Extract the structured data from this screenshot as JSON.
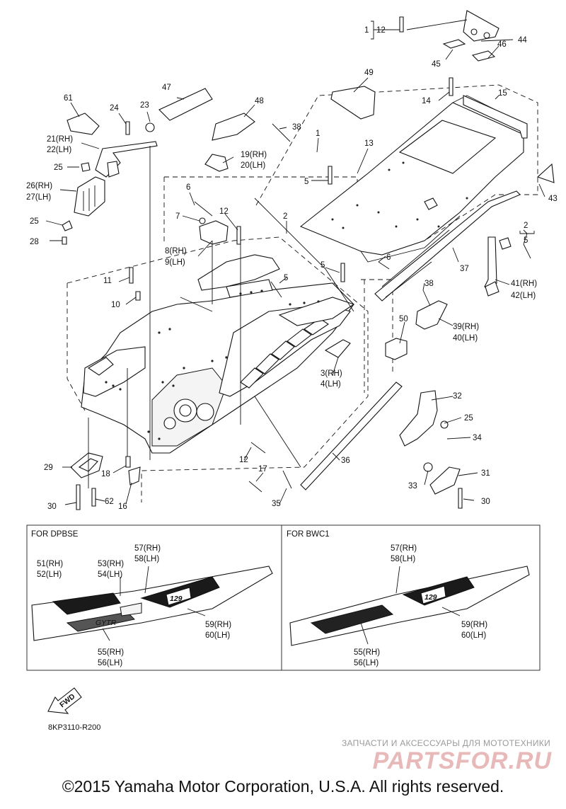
{
  "footer": {
    "copyright": "©2015 Yamaha Motor Corporation, U.S.A. All rights reserved.",
    "drawing_code": "8KP3110-R200",
    "watermark_line1": "ЗАПЧАСТИ И АКСЕССУАРЫ ДЛЯ МОТОТЕХНИКИ",
    "watermark_logo": "PARTSFOR.RU"
  },
  "fwd_label": "FWD",
  "callouts": [
    {
      "id": "c1",
      "text": "1"
    },
    {
      "id": "c12a",
      "text": "12"
    },
    {
      "id": "c44",
      "text": "44"
    },
    {
      "id": "c46",
      "text": "46"
    },
    {
      "id": "c45",
      "text": "45"
    },
    {
      "id": "c49",
      "text": "49"
    },
    {
      "id": "c14",
      "text": "14"
    },
    {
      "id": "c15",
      "text": "15"
    },
    {
      "id": "c47",
      "text": "47"
    },
    {
      "id": "c48",
      "text": "48"
    },
    {
      "id": "c61",
      "text": "61"
    },
    {
      "id": "c24",
      "text": "24"
    },
    {
      "id": "c23",
      "text": "23"
    },
    {
      "id": "c38a",
      "text": "38"
    },
    {
      "id": "c1b",
      "text": "1"
    },
    {
      "id": "c13",
      "text": "13"
    },
    {
      "id": "c21",
      "text": "21(RH)"
    },
    {
      "id": "c22",
      "text": "22(LH)"
    },
    {
      "id": "c19",
      "text": "19(RH)"
    },
    {
      "id": "c20",
      "text": "20(LH)"
    },
    {
      "id": "c25a",
      "text": "25"
    },
    {
      "id": "c43",
      "text": "43"
    },
    {
      "id": "c5a",
      "text": "5"
    },
    {
      "id": "c26",
      "text": "26(RH)"
    },
    {
      "id": "c27",
      "text": "27(LH)"
    },
    {
      "id": "c6a",
      "text": "6"
    },
    {
      "id": "c7",
      "text": "7"
    },
    {
      "id": "c12b",
      "text": "12"
    },
    {
      "id": "c2a",
      "text": "2"
    },
    {
      "id": "c25b",
      "text": "25"
    },
    {
      "id": "c2b",
      "text": "2"
    },
    {
      "id": "c5b",
      "text": "5"
    },
    {
      "id": "c28",
      "text": "28"
    },
    {
      "id": "c8",
      "text": "8(RH)"
    },
    {
      "id": "c9",
      "text": "9(LH)"
    },
    {
      "id": "c6b",
      "text": "6"
    },
    {
      "id": "c5c",
      "text": "5"
    },
    {
      "id": "c37",
      "text": "37"
    },
    {
      "id": "c41",
      "text": "41(RH)"
    },
    {
      "id": "c42",
      "text": "42(LH)"
    },
    {
      "id": "c11",
      "text": "11"
    },
    {
      "id": "c5d",
      "text": "5"
    },
    {
      "id": "c38b",
      "text": "38"
    },
    {
      "id": "c10",
      "text": "10"
    },
    {
      "id": "c39",
      "text": "39(RH)"
    },
    {
      "id": "c40",
      "text": "40(LH)"
    },
    {
      "id": "c50",
      "text": "50"
    },
    {
      "id": "c3",
      "text": "3(RH)"
    },
    {
      "id": "c4",
      "text": "4(LH)"
    },
    {
      "id": "c32",
      "text": "32"
    },
    {
      "id": "c25c",
      "text": "25"
    },
    {
      "id": "c34",
      "text": "34"
    },
    {
      "id": "c36",
      "text": "36"
    },
    {
      "id": "c12c",
      "text": "12"
    },
    {
      "id": "c29",
      "text": "29"
    },
    {
      "id": "c18",
      "text": "18"
    },
    {
      "id": "c17",
      "text": "17"
    },
    {
      "id": "c31",
      "text": "31"
    },
    {
      "id": "c33",
      "text": "33"
    },
    {
      "id": "c30a",
      "text": "30"
    },
    {
      "id": "c62",
      "text": "62"
    },
    {
      "id": "c16",
      "text": "16"
    },
    {
      "id": "c35",
      "text": "35"
    },
    {
      "id": "c30b",
      "text": "30"
    }
  ],
  "inset_dpbse": {
    "title": "FOR DPBSE",
    "labels": [
      {
        "id": "d57",
        "text": "57(RH)"
      },
      {
        "id": "d58",
        "text": "58(LH)"
      },
      {
        "id": "d51",
        "text": "51(RH)"
      },
      {
        "id": "d52",
        "text": "52(LH)"
      },
      {
        "id": "d53",
        "text": "53(RH)"
      },
      {
        "id": "d54",
        "text": "54(LH)"
      },
      {
        "id": "d59",
        "text": "59(RH)"
      },
      {
        "id": "d60",
        "text": "60(LH)"
      },
      {
        "id": "d55",
        "text": "55(RH)"
      },
      {
        "id": "d56",
        "text": "56(LH)"
      }
    ],
    "decal_number": "129",
    "decal_text": "GYTR"
  },
  "inset_bwc1": {
    "title": "FOR BWC1",
    "labels": [
      {
        "id": "b57",
        "text": "57(RH)"
      },
      {
        "id": "b58",
        "text": "58(LH)"
      },
      {
        "id": "b59",
        "text": "59(RH)"
      },
      {
        "id": "b60",
        "text": "60(LH)"
      },
      {
        "id": "b55",
        "text": "55(RH)"
      },
      {
        "id": "b56",
        "text": "56(LH)"
      }
    ],
    "decal_number": "129"
  }
}
